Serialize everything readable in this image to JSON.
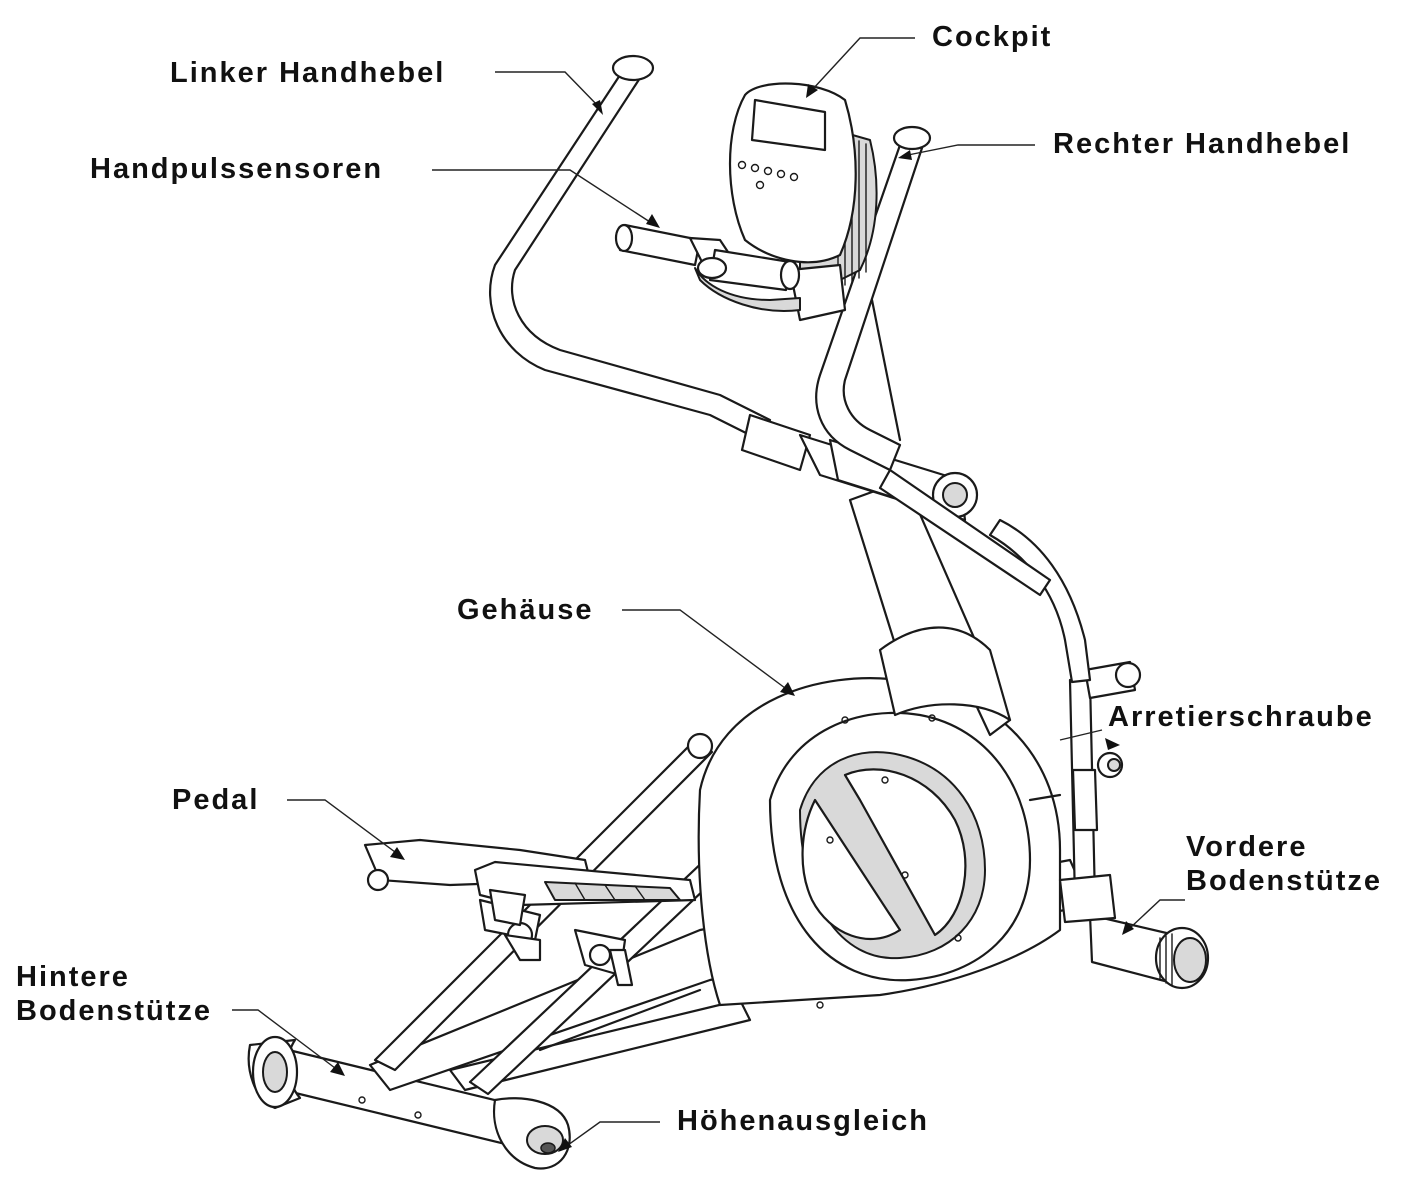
{
  "labels": {
    "cockpit": "Cockpit",
    "linker_handhebel": "Linker Handhebel",
    "rechter_handhebel": "Rechter Handhebel",
    "handpulssensoren": "Handpulssensoren",
    "gehaeuse": "Gehäuse",
    "arretierschraube": "Arretierschraube",
    "pedal": "Pedal",
    "vordere_bodenstuetze": [
      "Vordere",
      "Bodenstütze"
    ],
    "hintere_bodenstuetze": [
      "Hintere",
      "Bodenstütze"
    ],
    "hoehenausgleich": "Höhenausgleich"
  },
  "colors": {
    "line": "#1a1a1a",
    "text": "#111111",
    "background": "#ffffff"
  }
}
